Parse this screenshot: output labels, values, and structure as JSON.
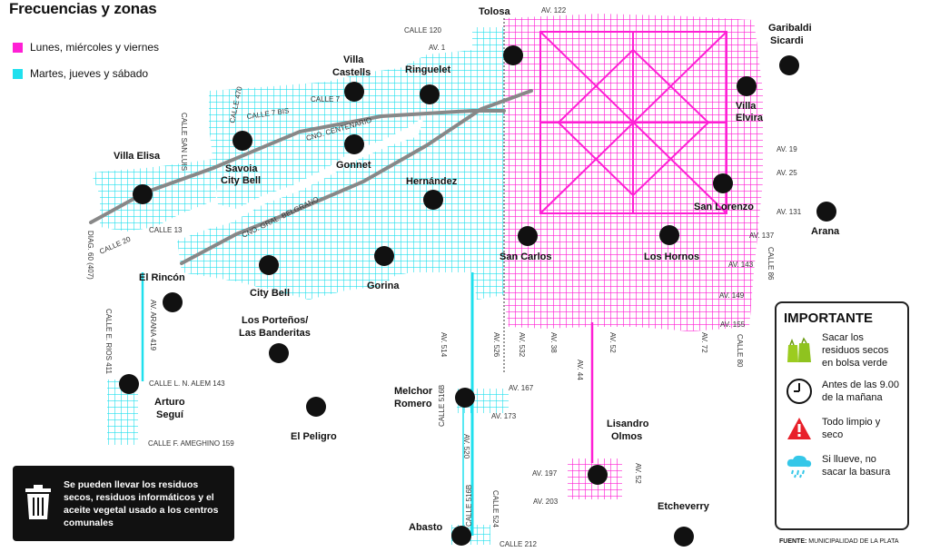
{
  "title": "Frecuencias y zonas",
  "legend": [
    {
      "label": "Lunes, miércoles y viernes",
      "color": "#ff1fd5"
    },
    {
      "label": "Martes, jueves y sábado",
      "color": "#20e0ee"
    }
  ],
  "places": {
    "tolosa": "Tolosa",
    "garibaldi_1": "Garibaldi",
    "garibaldi_2": "Sicardi",
    "villa_castells_1": "Villa",
    "villa_castells_2": "Castells",
    "ringuelet": "Ringuelet",
    "villa_elvira_1": "Villa",
    "villa_elvira_2": "Elvira",
    "villa_elisa": "Villa Elisa",
    "savoia_1": "Savoia",
    "savoia_2": "City Bell",
    "gonnet": "Gonnet",
    "hernandez": "Hernández",
    "san_lorenzo": "San Lorenzo",
    "arana": "Arana",
    "san_carlos": "San Carlos",
    "los_hornos": "Los Hornos",
    "el_rincon": "El Rincón",
    "city_bell": "City Bell",
    "gorina": "Gorina",
    "los_portenos_1": "Los Porteños/",
    "los_portenos_2": "Las Banderitas",
    "arturo_segui_1": "Arturo",
    "arturo_segui_2": "Seguí",
    "el_peligro": "El Peligro",
    "melchor_romero_1": "Melchor",
    "melchor_romero_2": "Romero",
    "lisandro_olmos_1": "Lisandro",
    "lisandro_olmos_2": "Olmos",
    "etcheverry": "Etcheverry",
    "abasto": "Abasto"
  },
  "streets": {
    "calle120": "CALLE 120",
    "av122": "AV. 122",
    "av1": "AV. 1",
    "calle7": "CALLE 7",
    "calle7bis": "CALLE 7 BIS",
    "calle470": "CALLE 470",
    "calle_san_luis": "CALLE SAN LUIS",
    "cno_centenario": "CNO. CENTENARIO",
    "cno_belgrano": "CNO. GRAL. BELGRANO",
    "calle13": "CALLE 13",
    "calle20": "CALLE 20",
    "diag60": "DIAG. 60 (407)",
    "av_arana": "AV. ARANA 419",
    "calle_rios": "CALLE E. RIOS 411",
    "calle_alem": "CALLE L. N. ALEM 143",
    "calle_ameghino": "CALLE F. AMEGHINO 159",
    "av19": "AV. 19",
    "av25": "AV. 25",
    "av131": "AV. 131",
    "av137": "AV. 137",
    "av143": "AV. 143",
    "av149": "AV. 149",
    "av155": "AV. 155",
    "calle86": "CALLE 86",
    "calle80": "CALLE 80",
    "av72": "AV. 72",
    "av52": "AV. 52",
    "av44": "AV. 44",
    "av38": "AV. 38",
    "av532": "AV. 532",
    "av526": "AV. 526",
    "av514": "AV. 514",
    "calle516b": "CALLE 516B",
    "av167": "AV. 167",
    "av173": "AV. 173",
    "av520": "AV. 520",
    "calle516b2": "CALLE 516B",
    "calle524": "CALLE 524",
    "calle212": "CALLE 212",
    "av197": "AV. 197",
    "av203": "AV. 203",
    "av52b": "AV. 52"
  },
  "important": {
    "title": "IMPORTANTE",
    "items": [
      {
        "icon": "green-bags-icon",
        "text": "Sacar los residuos secos en bolsa verde"
      },
      {
        "icon": "clock-icon",
        "text": "Antes de las 9.00 de la mañana"
      },
      {
        "icon": "warning-icon",
        "text": "Todo limpio y seco"
      },
      {
        "icon": "rain-cloud-icon",
        "text": "Si llueve, no sacar la basura"
      }
    ]
  },
  "note": {
    "icon": "trash-bin-icon",
    "text": "Se pueden llevar los residuos secos, residuos informáticos y el aceite vegetal usado a los centros comunales"
  },
  "source": {
    "label": "FUENTE:",
    "value": "MUNICIPALIDAD DE LA PLATA"
  }
}
